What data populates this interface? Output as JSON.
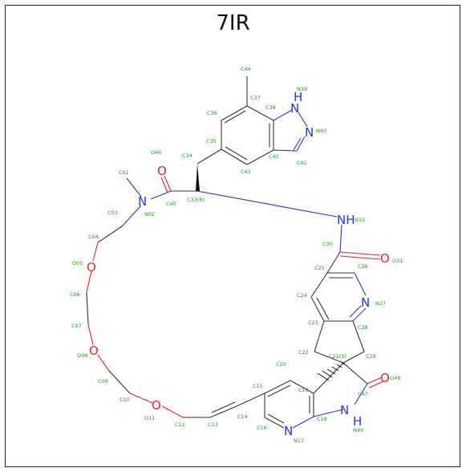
{
  "title": "7IR",
  "colors": {
    "carbon": "#333333",
    "nitrogen": "#2233ee",
    "oxygen": "#ee2222",
    "label": "#1a9c1a"
  },
  "heteroatoms": {
    "n02": "N",
    "n17": "N",
    "n27": "N",
    "n32": "NH",
    "n39": "H",
    "n39b": "N",
    "n40": "N",
    "n49": "N",
    "n49h": "H",
    "o05": "O",
    "o08": "O",
    "o11": "O",
    "o31": "O",
    "o46": "O",
    "o48": "O"
  },
  "labels": {
    "C01": "C01",
    "N02": "N02",
    "C03": "C03",
    "C04": "C04",
    "O05": "O05",
    "C06": "C06",
    "C07": "C07",
    "O08": "O08",
    "C09": "C09",
    "C10": "C10",
    "O11": "O11",
    "C12": "C12",
    "C13": "C13",
    "C14": "C14",
    "C15": "C15",
    "C16": "C16",
    "N17": "N17",
    "C18": "C18",
    "C19": "C19",
    "C20": "C20",
    "C21": "C21(S)",
    "C22": "C22",
    "C23": "C23",
    "C24": "C24",
    "C25": "C25",
    "C26": "C26",
    "N27": "N27",
    "C28": "C28",
    "C29": "C29",
    "C30": "C30",
    "O31": "O31",
    "N32": "N32",
    "C33": "C33(R)",
    "C34": "C34",
    "C35": "C35",
    "C36": "C36",
    "C37": "C37",
    "C38": "C38",
    "N39": "N39",
    "N40": "N40",
    "C41": "C41",
    "C42": "C42",
    "C43": "C43",
    "C44": "C44",
    "C45": "C45",
    "O46": "O46",
    "C47": "C47",
    "O48": "O48",
    "N49": "N49"
  }
}
